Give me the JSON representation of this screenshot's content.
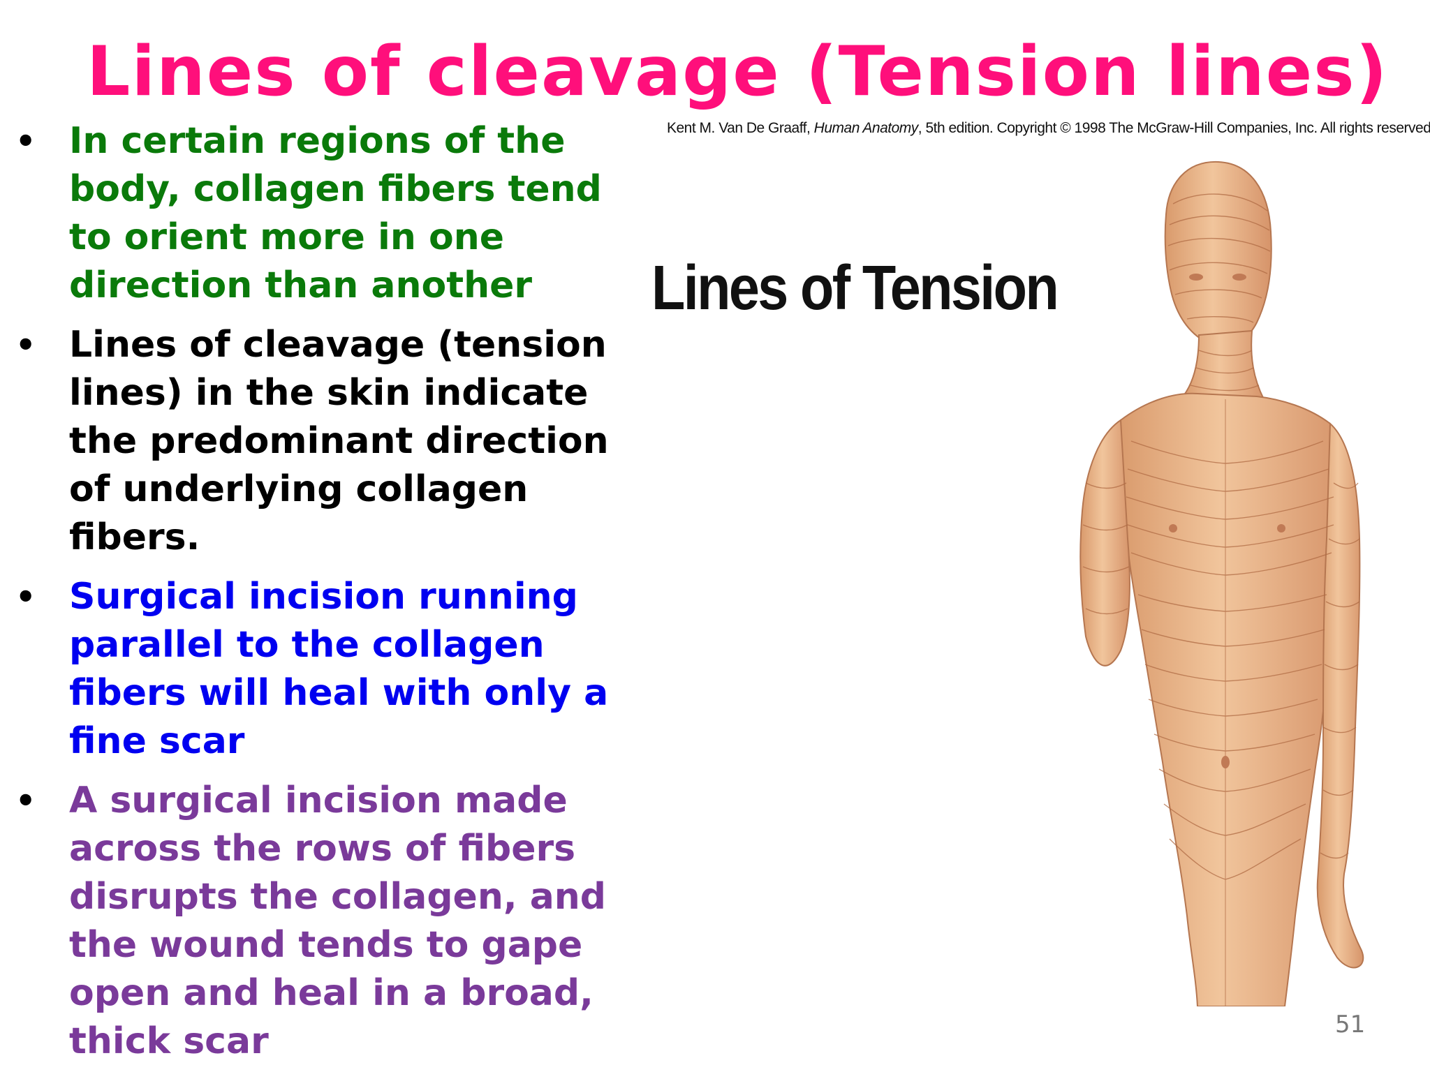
{
  "slide": {
    "title": "Lines of cleavage (Tension lines)",
    "bullets": [
      {
        "text": "In certain regions of the body, collagen fibers tend to orient more in one direction than another",
        "color": "#0a7a0a"
      },
      {
        "text": "Lines of cleavage (tension lines) in the skin indicate the predominant direction of underlying collagen fibers.",
        "color": "#000000"
      },
      {
        "text": "Surgical incision running parallel to the collagen fibers will heal with only a fine scar",
        "color": "#0000f0"
      },
      {
        "text": "A surgical incision made across the rows of fibers disrupts the collagen, and the wound tends to gape open and heal in a broad, thick scar",
        "color": "#7a3a9a"
      }
    ],
    "page_number": "51"
  },
  "figure": {
    "credit_author": "Kent M. Van De Graaff, ",
    "credit_book": "Human Anatomy",
    "credit_rest": ", 5th edition. Copyright © 1998 The McGraw-Hill Companies, Inc. All rights reserved.",
    "label": "Lines of Tension",
    "image_icon": "human-torso-tension-lines-illustration"
  },
  "colors": {
    "title": "#ff0f7b",
    "skin": "#e9b48a",
    "skin_shadow": "#c9835a",
    "skin_lines": "#b06b44"
  }
}
